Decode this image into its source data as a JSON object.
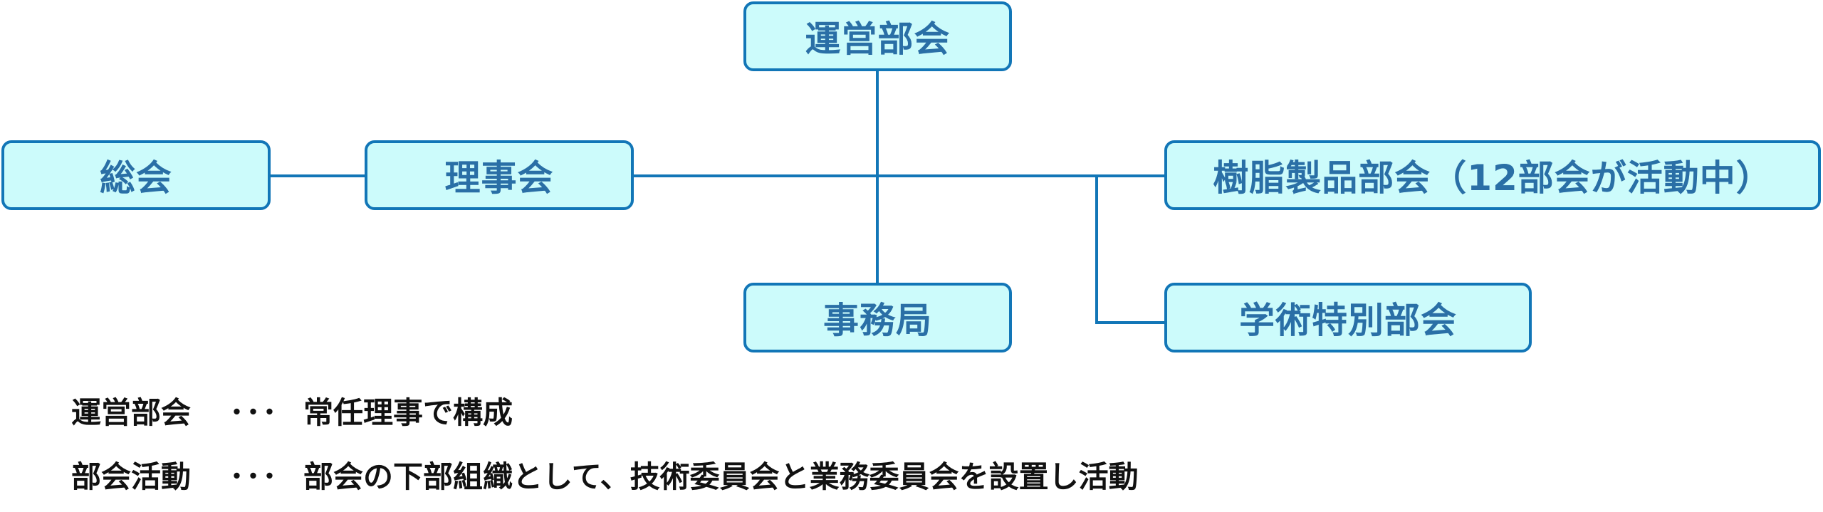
{
  "colors": {
    "box_fill": "#ccfbfb",
    "box_border": "#1276b7",
    "box_text": "#2a6fa6",
    "line": "#1276b7",
    "note_text": "#111111"
  },
  "nodes": {
    "unei": "運営部会",
    "soukai": "総会",
    "rijikai": "理事会",
    "jushi": "樹脂製品部会（12部会が活動中）",
    "jimukyoku": "事務局",
    "gakujutsu": "学術特別部会"
  },
  "notes": [
    {
      "term": "運営部会",
      "dots": "･･･",
      "text": "常任理事で構成"
    },
    {
      "term": "部会活動",
      "dots": "･･･",
      "text": "部会の下部組織として、技術委員会と業務委員会を設置し活動"
    }
  ]
}
